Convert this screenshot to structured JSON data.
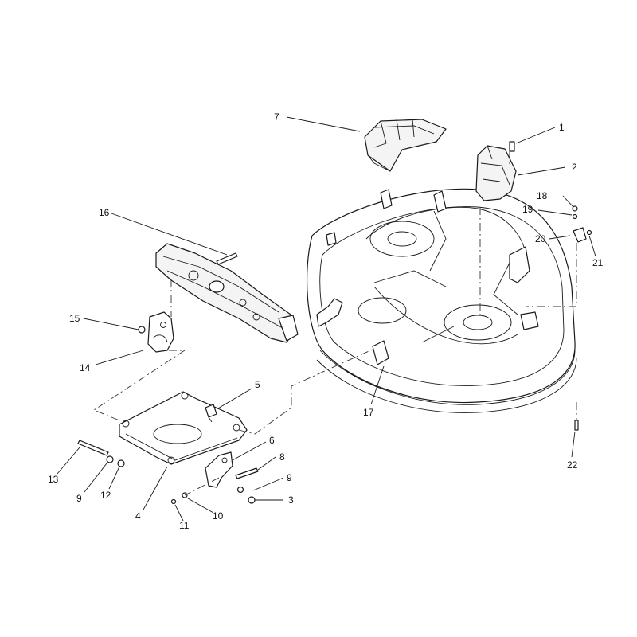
{
  "callouts": [
    {
      "id": "1",
      "text": "1"
    },
    {
      "id": "2",
      "text": "2"
    },
    {
      "id": "3",
      "text": "3"
    },
    {
      "id": "4",
      "text": "4"
    },
    {
      "id": "5",
      "text": "5"
    },
    {
      "id": "6",
      "text": "6"
    },
    {
      "id": "7",
      "text": "7"
    },
    {
      "id": "8",
      "text": "8"
    },
    {
      "id": "9a",
      "text": "9"
    },
    {
      "id": "9b",
      "text": "9"
    },
    {
      "id": "10",
      "text": "10"
    },
    {
      "id": "11",
      "text": "11"
    },
    {
      "id": "12",
      "text": "12"
    },
    {
      "id": "13",
      "text": "13"
    },
    {
      "id": "14",
      "text": "14"
    },
    {
      "id": "15",
      "text": "15"
    },
    {
      "id": "16",
      "text": "16"
    },
    {
      "id": "17",
      "text": "17"
    },
    {
      "id": "18",
      "text": "18"
    },
    {
      "id": "19",
      "text": "19"
    },
    {
      "id": "20",
      "text": "20"
    },
    {
      "id": "21",
      "text": "21"
    },
    {
      "id": "22",
      "text": "22"
    }
  ]
}
